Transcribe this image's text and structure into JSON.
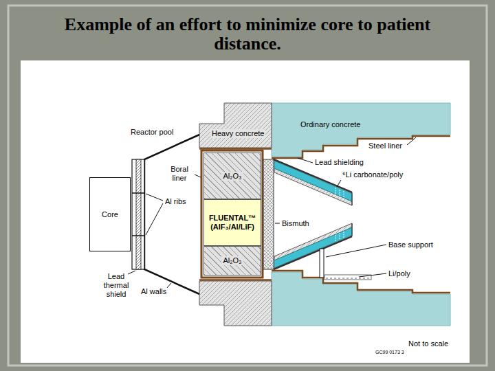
{
  "diagram": {
    "title": "Example of an effort to minimize core to patient distance.",
    "nodes": [
      {
        "text": [
          "Core"
        ]
      },
      {
        "text": [
          "Al₂O₃"
        ]
      },
      {
        "text": [
          "FLUENTAL™ (AlF₃/Al/LiF)"
        ]
      },
      {
        "text": [
          "Al₂O₃"
        ]
      }
    ],
    "labels": [
      "Reactor pool",
      "Heavy concrete",
      "Ordinary concrete",
      "Steel liner",
      "Lead shielding",
      "⁶Li carbonate/poly",
      "Boral liner",
      "Al ribs",
      "Bismuth",
      "Base support",
      "Li/poly",
      "Lead thermal shield",
      "Al walls",
      "Not to scale",
      "GC99 0173 3"
    ]
  }
}
